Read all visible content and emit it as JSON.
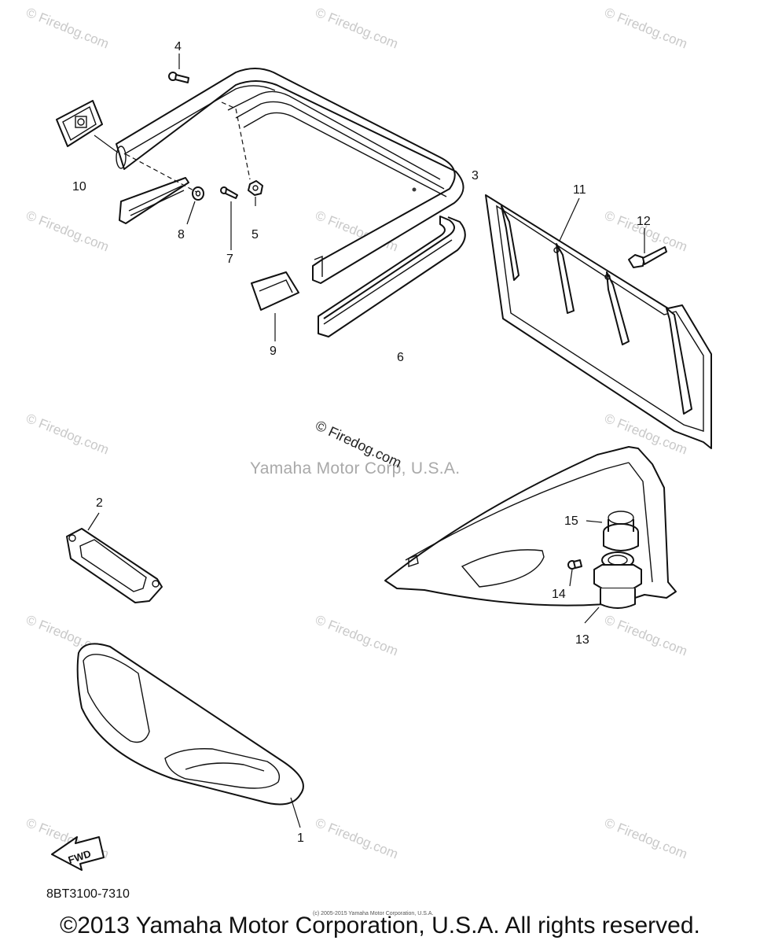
{
  "watermark": {
    "text": "© Firedog.com"
  },
  "center_watermark": {
    "firedog": "© Firedog.com",
    "yamaha": "Yamaha Motor Corp, U.S.A."
  },
  "callouts": [
    "1",
    "2",
    "3",
    "4",
    "5",
    "6",
    "7",
    "8",
    "9",
    "10",
    "11",
    "12",
    "13",
    "14",
    "15"
  ],
  "fwd_label": "FWD",
  "diagram_code": "8BT3100-7310",
  "copyright_small": "(c) 2005-2015 Yamaha Motor Corporation, U.S.A.",
  "copyright": "©2013 Yamaha Motor Corporation, U.S.A. All rights reserved."
}
